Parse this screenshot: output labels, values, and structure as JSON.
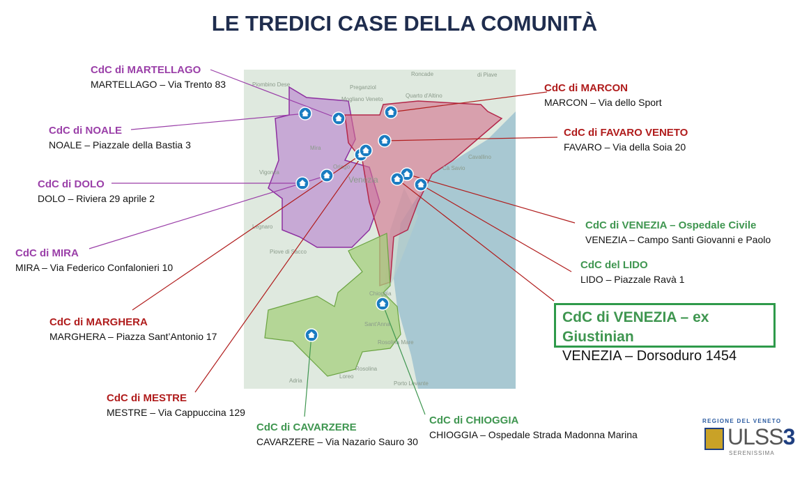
{
  "title": "LE TREDICI CASE DELLA COMUNITÀ",
  "houses": [
    {
      "name": "CdC di MARTELLAGO",
      "address": "MARTELLAGO – Via Trento 83"
    },
    {
      "name": "CdC di NOALE",
      "address": "NOALE – Piazzale della Bastia 3"
    },
    {
      "name": "CdC di DOLO",
      "address": "DOLO – Riviera 29 aprile 2"
    },
    {
      "name": "CdC di MIRA",
      "address": "MIRA – Via Federico Confalonieri 10"
    },
    {
      "name": "CdC di MARGHERA",
      "address": "MARGHERA – Piazza Sant’Antonio 17"
    },
    {
      "name": "CdC di MESTRE",
      "address": "MESTRE – Via Cappuccina 129"
    },
    {
      "name": "CdC di CAVARZERE",
      "address": "CAVARZERE – Via Nazario Sauro 30"
    },
    {
      "name": "CdC di CHIOGGIA",
      "address": "CHIOGGIA – Ospedale Strada Madonna Marina"
    },
    {
      "name": "CdC di MARCON",
      "address": "MARCON – Via dello Sport"
    },
    {
      "name": "CdC di FAVARO VENETO",
      "address": "FAVARO – Via della Soia 20"
    },
    {
      "name": "CdC di VENEZIA – Ospedale Civile",
      "address": "VENEZIA – Campo Santi Giovanni e Paolo"
    },
    {
      "name": "CdC del LIDO",
      "address": "LIDO – Piazzale Ravà 1"
    },
    {
      "name": "CdC di VENEZIA – ex Giustinian",
      "address": "VENEZIA – Dorsoduro 1454"
    }
  ],
  "map_places": [
    "Roncade",
    "di Piave",
    "Piombino Dese",
    "Preganziol",
    "Mogliano Veneto",
    "Quarto d'Altino",
    "Cavallino",
    "Cà Savio",
    "Vigonza",
    "Mira",
    "Oriago",
    "Venezia",
    "Legnaro",
    "Piove di Sacco",
    "Chioggia",
    "Sant'Anna",
    "Rosolina Mare",
    "Rosolina",
    "Adria",
    "Loreo",
    "Porto Levante"
  ],
  "logo": {
    "region": "REGIONE DEL VENETO",
    "ulss": "ULSS",
    "number": "3",
    "sub": "SERENISSIMA"
  },
  "colors": {
    "purple": "#9a3fa8",
    "red": "#b01c1c",
    "green": "#3f9650",
    "marker": "#1a7cc1"
  }
}
